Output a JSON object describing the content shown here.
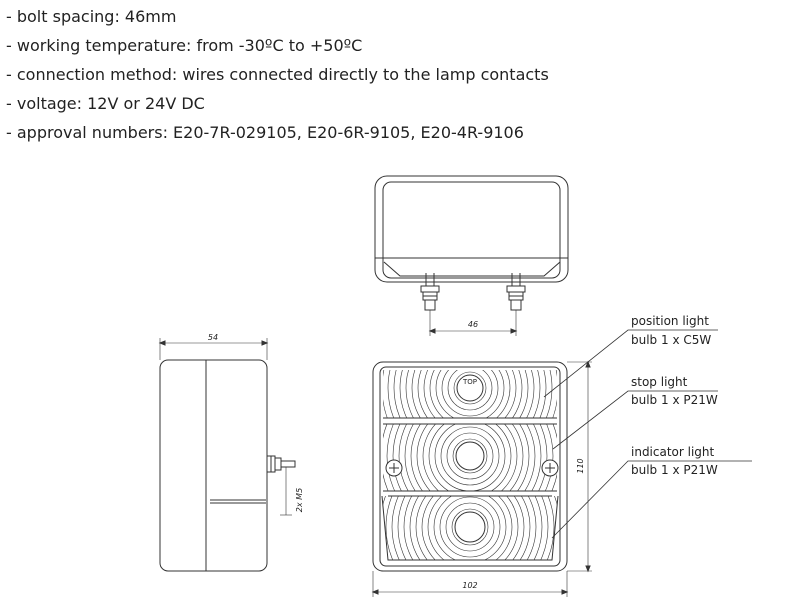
{
  "specs": [
    "- bolt spacing: 46mm",
    "- working temperature: from -30ºC to +50ºC",
    "- connection method: wires connected directly to the lamp contacts",
    "- voltage: 12V or 24V DC",
    "- approval numbers: E20-7R-029105, E20-6R-9105, E20-4R-9106"
  ],
  "dimensions": {
    "bolt_spacing": "46",
    "depth": "54",
    "width": "102",
    "height": "110",
    "thread": "2x M5",
    "top_mark": "TOP"
  },
  "callouts": [
    {
      "name": "position light",
      "bulb": "bulb 1 x C5W"
    },
    {
      "name": "stop light",
      "bulb": "bulb 1 x P21W"
    },
    {
      "name": "indicator light",
      "bulb": "bulb 1 x P21W"
    }
  ]
}
